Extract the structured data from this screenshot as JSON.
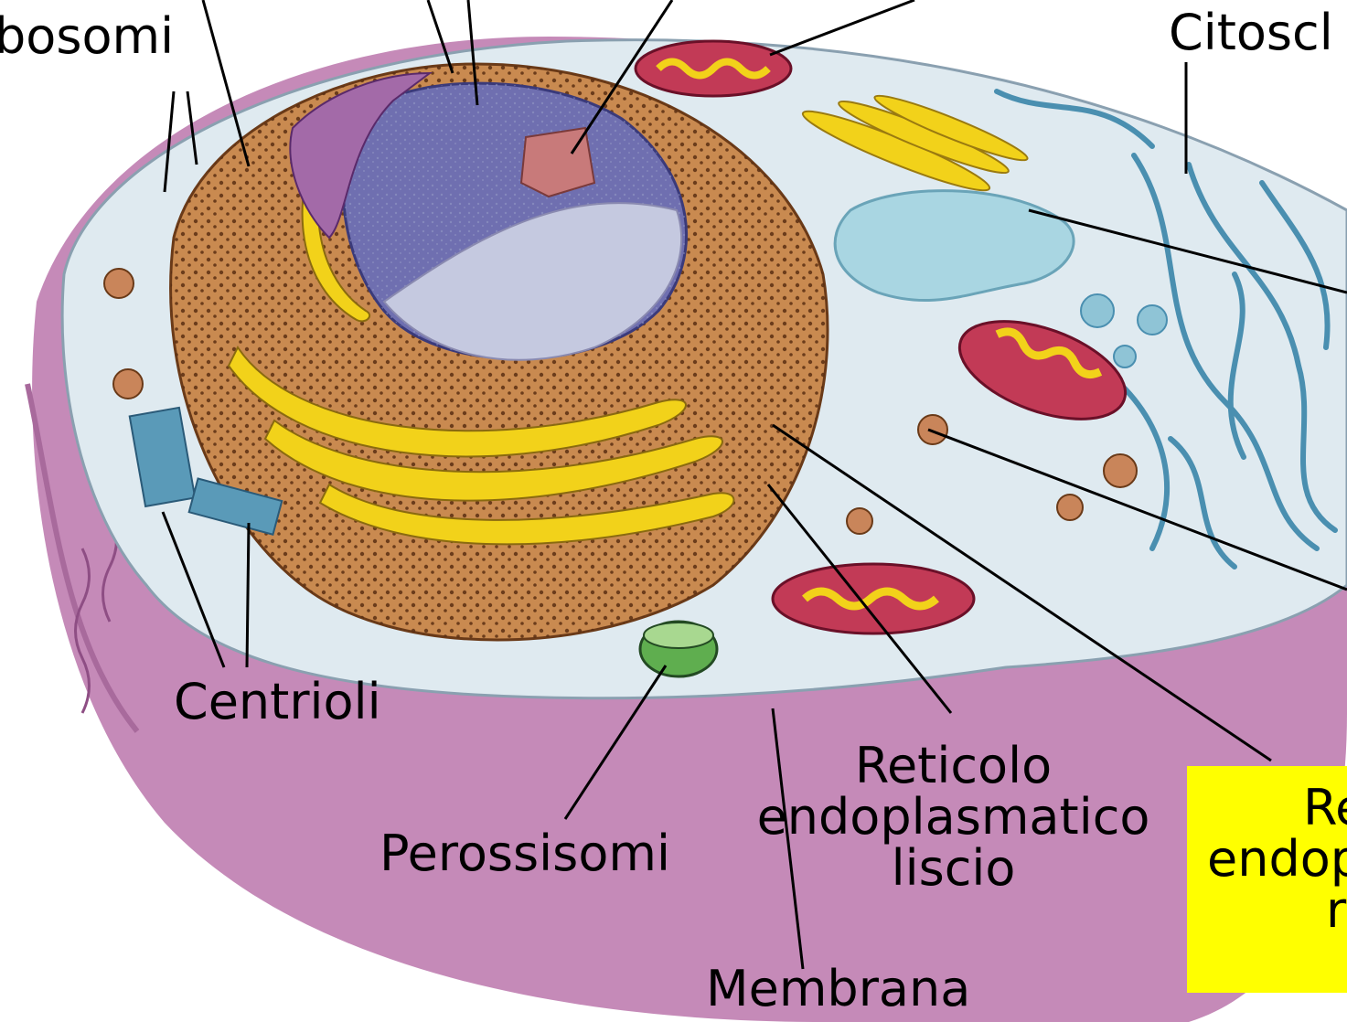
{
  "labels": {
    "ribosomi": "bosomi",
    "citoscheletro": "Citoscl",
    "centrioli": "Centrioli",
    "perossisomi": "Perossisomi",
    "rel_line1": "Reticolo",
    "rel_line2": "endoplasmatico",
    "rel_line3": "liscio",
    "membrana": "Membrana",
    "rer_line1": "Re",
    "rer_line2": "endop",
    "rer_line3": "r"
  },
  "colors": {
    "membrane_outer": "#c58ab8",
    "cytoplasm": "#dfeaf0",
    "nucleus": "#6f6fb0",
    "rough_er": "#b5793f",
    "golgi": "#f2d21a",
    "mitochondria": "#c23a56",
    "cytoskeleton": "#4a8fb0",
    "peroxisome": "#3e8a3e",
    "label_highlight": "#ffff00"
  }
}
